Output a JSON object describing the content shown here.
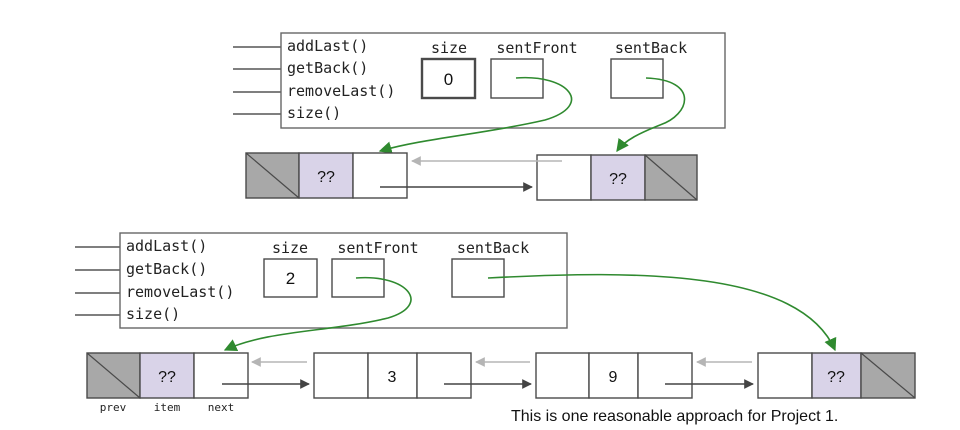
{
  "top": {
    "methods": [
      "addLast()",
      "getBack()",
      "removeLast()",
      "size()"
    ],
    "field_labels": {
      "size": "size",
      "front": "sentFront",
      "back": "sentBack"
    },
    "size_value": "0",
    "nodes": {
      "front_item": "??",
      "back_item": "??"
    }
  },
  "bottom": {
    "methods": [
      "addLast()",
      "getBack()",
      "removeLast()",
      "size()"
    ],
    "field_labels": {
      "size": "size",
      "front": "sentFront",
      "back": "sentBack"
    },
    "size_value": "2",
    "nodes": {
      "front_item": "??",
      "values": [
        "3",
        "9"
      ],
      "back_item": "??"
    },
    "node_part_labels": {
      "prev": "prev",
      "item": "item",
      "next": "next"
    }
  },
  "caption": "This is one reasonable approach for Project 1.",
  "colors": {
    "pointer": "#2f8a2f",
    "item_fill": "#d9d3e8",
    "sentinel_cap": "#a8a8a8",
    "prev_link": "#b5b5b5",
    "next_link": "#444444"
  }
}
